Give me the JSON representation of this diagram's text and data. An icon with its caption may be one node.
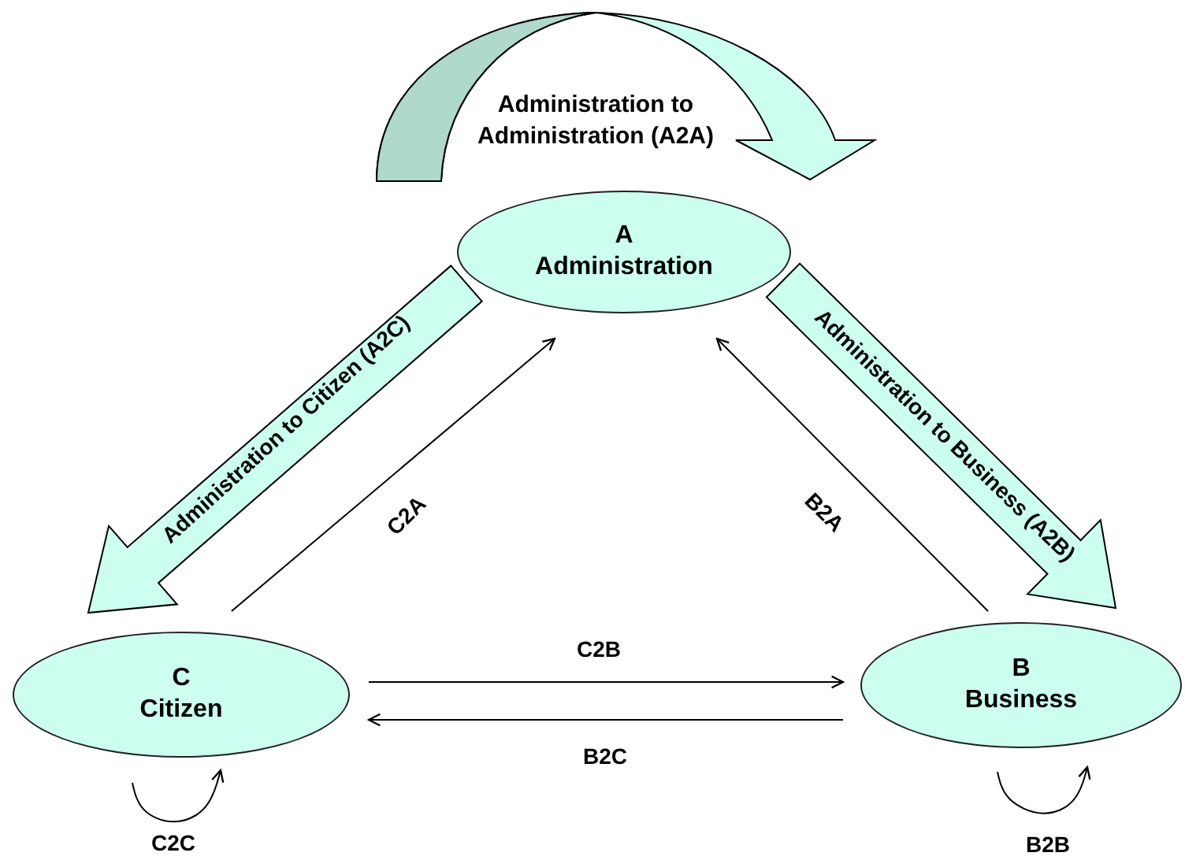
{
  "diagram": {
    "nodes": [
      {
        "text": [
          "A",
          "Administration"
        ]
      },
      {
        "text": [
          "C",
          "Citizen"
        ]
      },
      {
        "text": [
          "B",
          "Business"
        ]
      }
    ],
    "edges": [
      {
        "from": 0,
        "to": 0,
        "arrow": "to",
        "label": "Administration to Administration (A2A)",
        "style": "thick",
        "color": "#ccfff0"
      },
      {
        "from": 0,
        "to": 1,
        "arrow": "to",
        "label": "Administration to Citizen (A2C)",
        "style": "thick",
        "color": "#ccfff0"
      },
      {
        "from": 0,
        "to": 2,
        "arrow": "to",
        "label": "Administration to Business (A2B)",
        "style": "thick",
        "color": "#ccfff0"
      },
      {
        "from": 1,
        "to": 0,
        "arrow": "to",
        "label": "C2A"
      },
      {
        "from": 2,
        "to": 0,
        "arrow": "to",
        "label": "B2A"
      },
      {
        "from": 1,
        "to": 2,
        "arrow": "to",
        "label": "C2B"
      },
      {
        "from": 2,
        "to": 1,
        "arrow": "to",
        "label": "B2C"
      },
      {
        "from": 1,
        "to": 1,
        "arrow": "to",
        "label": "C2C"
      },
      {
        "from": 2,
        "to": 2,
        "arrow": "to",
        "label": "B2B"
      }
    ]
  }
}
